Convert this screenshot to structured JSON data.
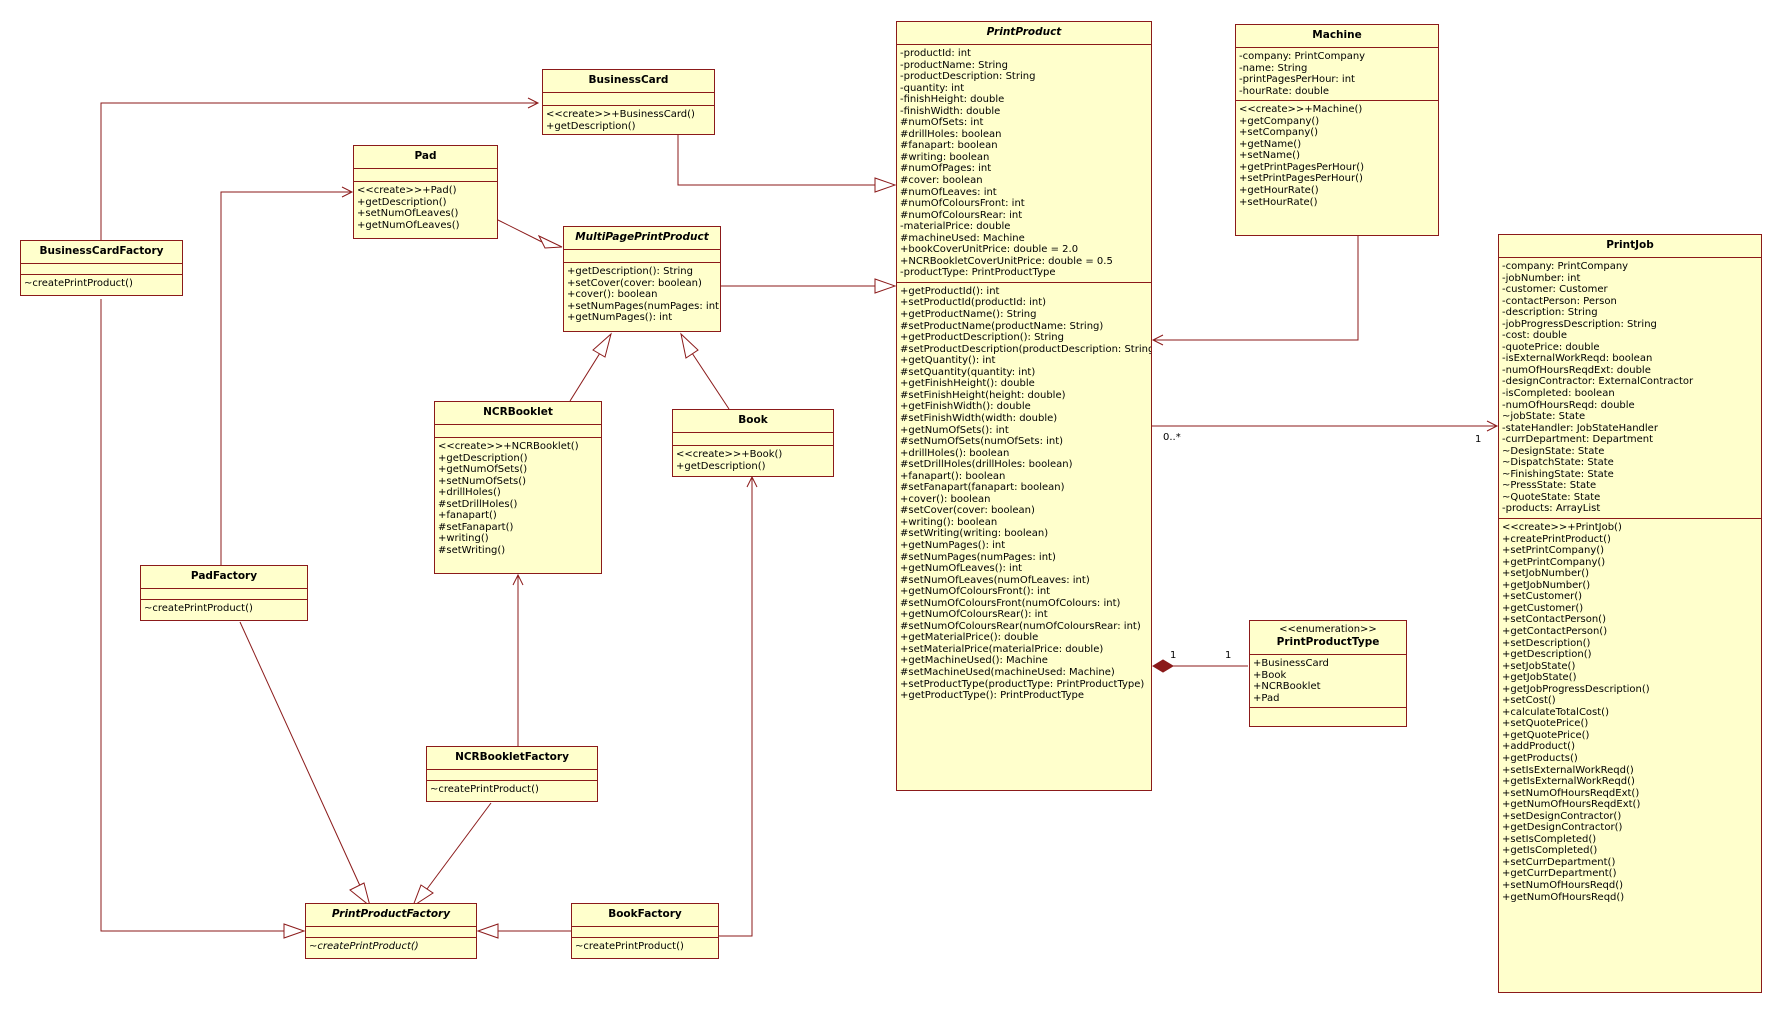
{
  "classes": {
    "business_card": {
      "name": "BusinessCard",
      "abstract": false,
      "attributes": [],
      "operations": [
        "<<create>>+BusinessCard()",
        "+getDescription()"
      ]
    },
    "pad": {
      "name": "Pad",
      "abstract": false,
      "attributes": [],
      "operations": [
        "<<create>>+Pad()",
        "+getDescription()",
        "+setNumOfLeaves()",
        "+getNumOfLeaves()"
      ]
    },
    "business_card_factory": {
      "name": "BusinessCardFactory",
      "abstract": false,
      "attributes": [],
      "operations": [
        "~createPrintProduct()"
      ]
    },
    "multi_page_print_product": {
      "name": "MultiPagePrintProduct",
      "abstract": true,
      "attributes": [],
      "operations": [
        "+getDescription(): String",
        "+setCover(cover: boolean)",
        "+cover(): boolean",
        "+setNumPages(numPages: int)",
        "+getNumPages(): int"
      ]
    },
    "ncr_booklet": {
      "name": "NCRBooklet",
      "abstract": false,
      "attributes": [],
      "operations": [
        "<<create>>+NCRBooklet()",
        "+getDescription()",
        "+getNumOfSets()",
        "+setNumOfSets()",
        "+drillHoles()",
        "#setDrillHoles()",
        "+fanapart()",
        "#setFanapart()",
        "+writing()",
        "#setWriting()"
      ]
    },
    "book": {
      "name": "Book",
      "abstract": false,
      "attributes": [],
      "operations": [
        "<<create>>+Book()",
        "+getDescription()"
      ]
    },
    "pad_factory": {
      "name": "PadFactory",
      "abstract": false,
      "attributes": [],
      "operations": [
        "~createPrintProduct()"
      ]
    },
    "ncr_booklet_factory": {
      "name": "NCRBookletFactory",
      "abstract": false,
      "attributes": [],
      "operations": [
        "~createPrintProduct()"
      ]
    },
    "print_product_factory": {
      "name": "PrintProductFactory",
      "abstract": true,
      "attributes": [],
      "operations": [
        "~createPrintProduct()"
      ]
    },
    "book_factory": {
      "name": "BookFactory",
      "abstract": false,
      "attributes": [],
      "operations": [
        "~createPrintProduct()"
      ]
    },
    "print_product": {
      "name": "PrintProduct",
      "abstract": true,
      "attributes": [
        "-productId: int",
        "-productName: String",
        "-productDescription: String",
        "-quantity: int",
        "-finishHeight: double",
        "-finishWidth: double",
        "#numOfSets: int",
        "#drillHoles: boolean",
        "#fanapart: boolean",
        "#writing: boolean",
        "#numOfPages: int",
        "#cover: boolean",
        "#numOfLeaves: int",
        "#numOfColoursFront: int",
        "#numOfColoursRear: int",
        "-materialPrice: double",
        "#machineUsed: Machine",
        "+bookCoverUnitPrice: double = 2.0",
        "+NCRBookletCoverUnitPrice: double = 0.5",
        "-productType: PrintProductType"
      ],
      "operations": [
        "+getProductId(): int",
        "+setProductId(productId: int)",
        "+getProductName(): String",
        "#setProductName(productName: String)",
        "+getProductDescription(): String",
        "#setProductDescription(productDescription: String)",
        "+getQuantity(): int",
        "#setQuantity(quantity: int)",
        "+getFinishHeight(): double",
        "#setFinishHeight(height: double)",
        "+getFinishWidth(): double",
        "#setFinishWidth(width: double)",
        "+getNumOfSets(): int",
        "#setNumOfSets(numOfSets: int)",
        "+drillHoles(): boolean",
        "#setDrillHoles(drillHoles: boolean)",
        "+fanapart(): boolean",
        "#setFanapart(fanapart: boolean)",
        "+cover(): boolean",
        "#setCover(cover: boolean)",
        "+writing(): boolean",
        "#setWriting(writing: boolean)",
        "+getNumPages(): int",
        "#setNumPages(numPages: int)",
        "+getNumOfLeaves(): int",
        "#setNumOfLeaves(numOfLeaves: int)",
        "+getNumOfColoursFront(): int",
        "#setNumOfColoursFront(numOfColours: int)",
        "+getNumOfColoursRear(): int",
        "#setNumOfColoursRear(numOfColoursRear: int)",
        "+getMaterialPrice(): double",
        "+setMaterialPrice(materialPrice: double)",
        "+getMachineUsed(): Machine",
        "#setMachineUsed(machineUsed: Machine)",
        "+setProductType(productType: PrintProductType)",
        "+getProductType(): PrintProductType"
      ]
    },
    "machine": {
      "name": "Machine",
      "abstract": false,
      "attributes": [
        "-company: PrintCompany",
        "-name: String",
        "-printPagesPerHour: int",
        "-hourRate: double"
      ],
      "operations": [
        "<<create>>+Machine()",
        "+getCompany()",
        "+setCompany()",
        "+getName()",
        "+setName()",
        "+getPrintPagesPerHour()",
        "+setPrintPagesPerHour()",
        "+getHourRate()",
        "+setHourRate()"
      ]
    },
    "print_product_type": {
      "name": "PrintProductType",
      "abstract": false,
      "stereotype": "<<enumeration>>",
      "attributes": [
        "+BusinessCard",
        "+Book",
        "+NCRBooklet",
        "+Pad"
      ],
      "operations": []
    },
    "print_job": {
      "name": "PrintJob",
      "abstract": false,
      "attributes": [
        "-company: PrintCompany",
        "-jobNumber: int",
        "-customer: Customer",
        "-contactPerson: Person",
        "-description: String",
        "-jobProgressDescription: String",
        "-cost: double",
        "-quotePrice: double",
        "-isExternalWorkReqd: boolean",
        "-numOfHoursReqdExt: double",
        "-designContractor: ExternalContractor",
        "-isCompleted: boolean",
        "-numOfHoursReqd: double",
        "~jobState: State",
        "-stateHandler: JobStateHandler",
        "-currDepartment: Department",
        "~DesignState: State",
        "~DispatchState: State",
        "~FinishingState: State",
        "~PressState: State",
        "~QuoteState: State",
        "-products: ArrayList"
      ],
      "operations": [
        "<<create>>+PrintJob()",
        "+createPrintProduct()",
        "+setPrintCompany()",
        "+getPrintCompany()",
        "+setJobNumber()",
        "+getJobNumber()",
        "+setCustomer()",
        "+getCustomer()",
        "+setContactPerson()",
        "+getContactPerson()",
        "+setDescription()",
        "+getDescription()",
        "+setJobState()",
        "+getJobState()",
        "+getJobProgressDescription()",
        "+setCost()",
        "+calculateTotalCost()",
        "+setQuotePrice()",
        "+getQuotePrice()",
        "+addProduct()",
        "+getProducts()",
        "+setIsExternalWorkReqd()",
        "+getIsExternalWorkReqd()",
        "+setNumOfHoursReqdExt()",
        "+getNumOfHoursReqdExt()",
        "+setDesignContractor()",
        "+getDesignContractor()",
        "+setIsCompleted()",
        "+getIsCompleted()",
        "+setCurrDepartment()",
        "+getCurrDepartment()",
        "+setNumOfHoursReqd()",
        "+getNumOfHoursReqd()"
      ]
    }
  },
  "multiplicities": {
    "product_to_job_near_product": "0..*",
    "product_to_job_near_job": "1",
    "composition_near_product": "1",
    "composition_near_type": "1"
  },
  "colors": {
    "box_fill": "#ffffcc",
    "line": "#8b1a1a",
    "text": "#000000"
  }
}
